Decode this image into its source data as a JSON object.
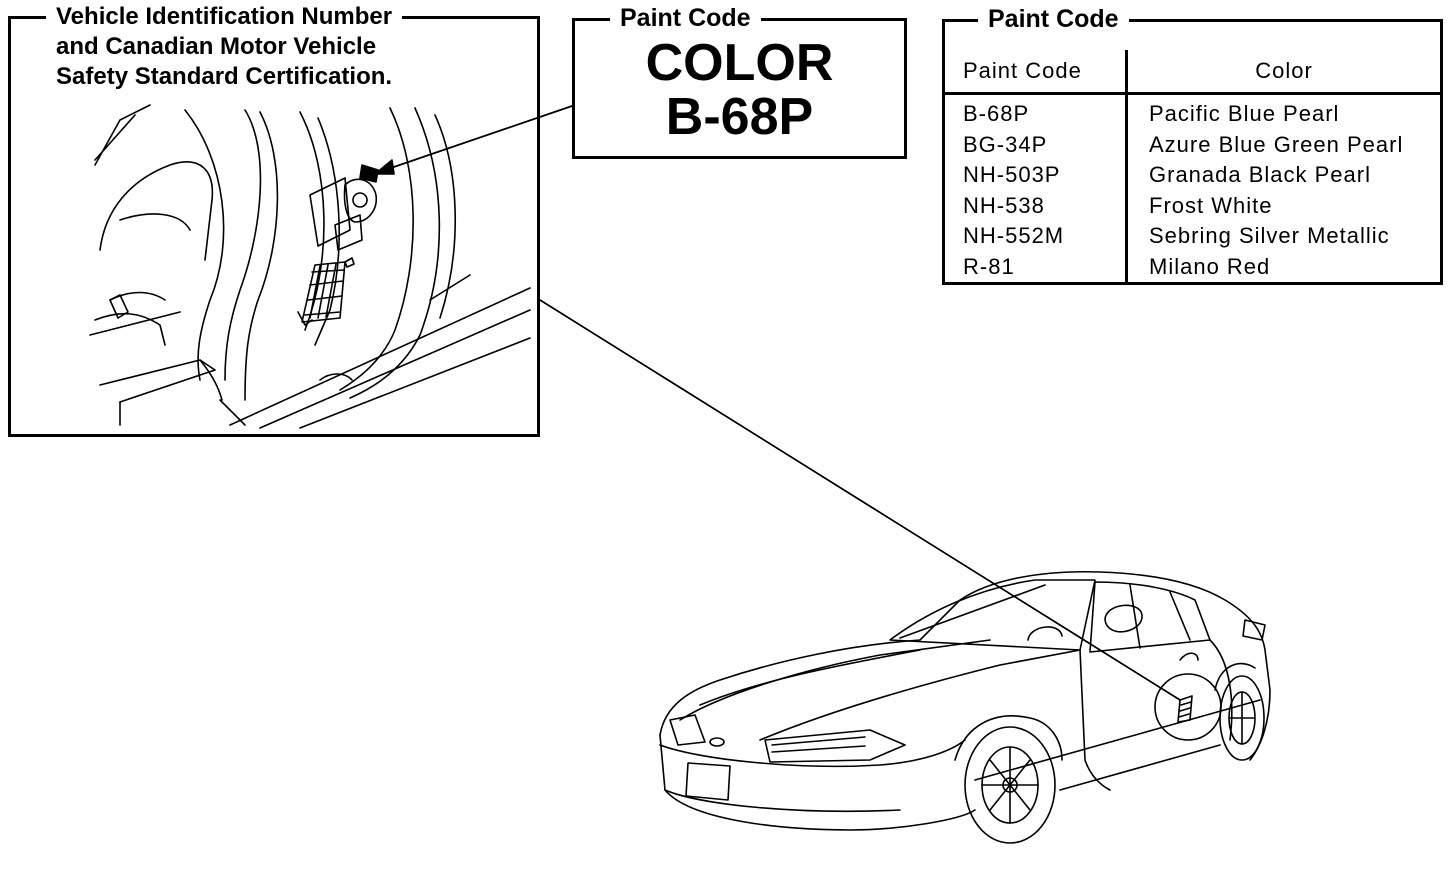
{
  "vin_label": {
    "lines": [
      "Vehicle Identification Number",
      "and Canadian Motor Vehicle",
      "Safety Standard Certification."
    ]
  },
  "paint_label": {
    "title": "Paint Code",
    "big_line1": "COLOR",
    "big_line2": "B-68P"
  },
  "paint_table": {
    "title": "Paint Code",
    "headers": {
      "code": "Paint Code",
      "color": "Color"
    },
    "rows": [
      {
        "code": "B-68P",
        "color": "Pacific Blue Pearl"
      },
      {
        "code": "BG-34P",
        "color": "Azure Blue Green Pearl"
      },
      {
        "code": "NH-503P",
        "color": "Granada Black Pearl"
      },
      {
        "code": "NH-538",
        "color": "Frost White"
      },
      {
        "code": "NH-552M",
        "color": "Sebring Silver Metallic"
      },
      {
        "code": "R-81",
        "color": "Milano Red"
      }
    ]
  },
  "colors": {
    "ink": "#000000",
    "paper": "#ffffff"
  }
}
